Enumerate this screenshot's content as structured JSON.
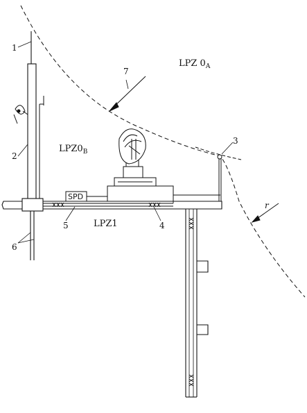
{
  "diagram": {
    "zones": {
      "lpz0a_main": "LPZ 0",
      "lpz0a_sub": "A",
      "lpz0b_main": "LPZ0",
      "lpz0b_sub": "B",
      "lpz1": "LPZ1"
    },
    "device_label": "SPD",
    "radius_label": "r",
    "callouts": [
      "1",
      "2",
      "3",
      "4",
      "5",
      "6",
      "7"
    ],
    "colors": {
      "ink": "#111111",
      "background": "#ffffff"
    }
  }
}
